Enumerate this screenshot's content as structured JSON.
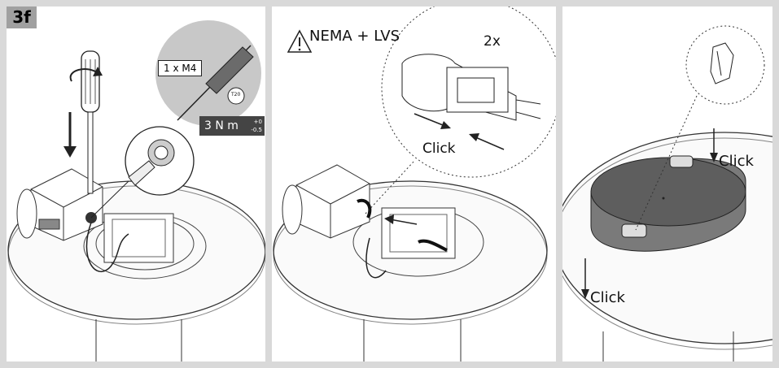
{
  "step": "3f",
  "panel1": {
    "screw_spec": "1 x M4",
    "torx": "T20",
    "torque_value": "3 N m",
    "torque_tol_plus": "+0",
    "torque_tol_minus": "-0.5"
  },
  "panel2": {
    "warning_icon": "warning-triangle-icon",
    "warning_text": "NEMA + LVS",
    "count": "2x",
    "click": "Click"
  },
  "panel3": {
    "click_top": "Click",
    "click_bottom": "Click"
  },
  "colors": {
    "frame": "#d9d9d9",
    "badge": "#a0a0a0",
    "torque_bg": "#444444",
    "zoom_circle": "#c8c8c8",
    "driver_body": "#6b6b6b"
  }
}
